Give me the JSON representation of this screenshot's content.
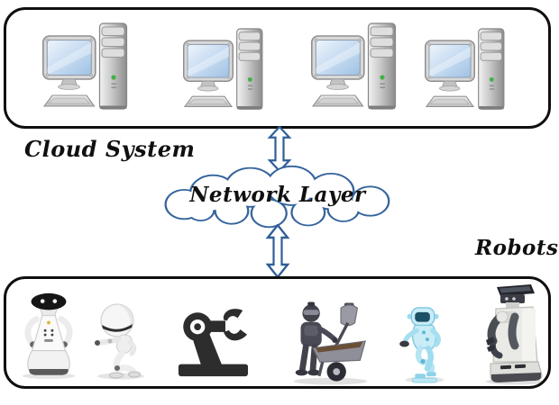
{
  "labels": {
    "cloud_system": "Cloud System",
    "network_layer": "Network Layer",
    "robots": "Robots"
  },
  "cloud_system_box": {
    "description": "rounded rectangle containing four desktop computers",
    "computers": [
      {
        "icon": "desktop-computer-icon"
      },
      {
        "icon": "desktop-computer-icon"
      },
      {
        "icon": "desktop-computer-icon"
      },
      {
        "icon": "desktop-computer-icon"
      }
    ]
  },
  "network": {
    "shape": "cloud-outline",
    "arrows": [
      {
        "icon": "double-headed-vertical-arrow",
        "connects": "cloud system to network layer"
      },
      {
        "icon": "double-headed-vertical-arrow",
        "connects": "network layer to robots"
      }
    ]
  },
  "robots_box": {
    "description": "rounded rectangle containing six robots",
    "robots": [
      {
        "icon": "service-robot-icon"
      },
      {
        "icon": "white-humanoid-robot-icon"
      },
      {
        "icon": "industrial-robot-arm-icon"
      },
      {
        "icon": "wheelbarrow-robot-icon"
      },
      {
        "icon": "blue-humanoid-robot-icon"
      },
      {
        "icon": "pr2-mobile-robot-icon"
      }
    ]
  },
  "colors": {
    "diagram_blue": "#35659c",
    "box_border": "#0f0f0f",
    "screen_blue": "#b9d4ee",
    "power_led_green": "#43b049",
    "robot_silhouette": "#2d2d2d"
  }
}
